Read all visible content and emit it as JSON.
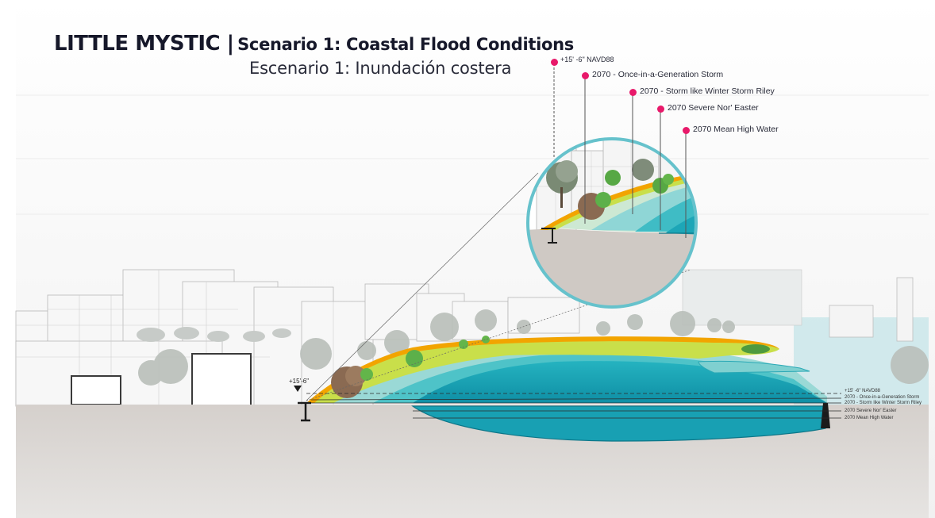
{
  "header": {
    "title": "LITTLE MYSTIC |",
    "scenario": "Scenario 1: Coastal Flood Conditions",
    "subtitle": "Escenario 1: Inundación costera"
  },
  "callout_levels": [
    "+15' -6\" NAVD88",
    "2070 - Once-in-a-Generation Storm",
    "2070 - Storm like Winter Storm Riley",
    "2070 Severe Nor' Easter",
    "2070 Mean High Water"
  ],
  "section_levels": [
    "+15' -6\" NAVD88",
    "2070 - Once-in-a-Generation Storm",
    "2070 - Storm like Winter Storm Riley",
    "2070 Severe Nor' Easter",
    "2070 Mean High Water"
  ],
  "wall_label": "+15'-6\"",
  "colors": {
    "marker": "#e8196a",
    "water_deep": "#1aa8b8",
    "water_light": "#8fd6d6",
    "lawn": "#c9df4a",
    "path": "#f2a400",
    "ground": "#cfc9c4"
  }
}
